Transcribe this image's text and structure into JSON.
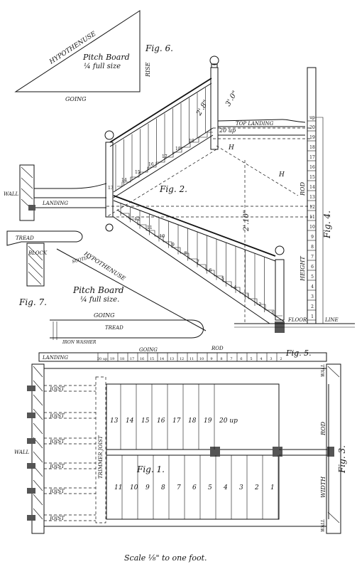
{
  "labels": {
    "fig6": "Fig. 6.",
    "hypothenuse": "HYPOTHENUSE",
    "pitch_board_top": "Pitch Board",
    "pitch_board_top_scale": "¼ full size",
    "rise": "RISE",
    "going": "GOING",
    "dim_3_0": "3'.0\"",
    "dim_2_8": "2'.8\"",
    "dim_2_10": "2'.10\"",
    "top_landing": "TOP LANDING",
    "h": "H",
    "wall": "WALL",
    "landing": "LANDING",
    "fig2": "Fig. 2.",
    "rod": "ROD",
    "height": "HEIGHT",
    "fig4": "Fig. 4.",
    "tread": "TREAD",
    "block": "BLOCK",
    "scotia": "SCOTIA",
    "pitch_board_mid": "Pitch Board",
    "pitch_board_mid_scale": "¼ full size.",
    "fig7": "Fig. 7.",
    "iron_washer": "IRON WASHER",
    "floor": "FLOOR",
    "line": "LINE",
    "fig5": "Fig. 5.",
    "joist": "JOIST",
    "trimmer_joist": "TRIMMER JOIST",
    "fig1": "Fig. 1.",
    "width": "WIDTH",
    "fig3": "Fig. 3.",
    "up20": "20 up",
    "scale_note": "Scale ⅛\" to one foot."
  },
  "fig2_steps": [
    "1",
    "2",
    "3",
    "4",
    "5",
    "6",
    "7",
    "8",
    "9",
    "10",
    "11",
    "12",
    "13",
    "14",
    "15",
    "16",
    "17",
    "18",
    "19",
    "20 up"
  ],
  "fig4_rod_numbers": [
    "1",
    "2",
    "3",
    "4",
    "5",
    "6",
    "7",
    "8",
    "9",
    "10",
    "11",
    "12",
    "13",
    "14",
    "15",
    "16",
    "17",
    "18",
    "19",
    "20",
    "up"
  ],
  "fig5_numbers": [
    "2",
    "3",
    "4",
    "5",
    "6",
    "7",
    "8",
    "9",
    "10",
    "11",
    "12",
    "13",
    "14",
    "15",
    "16",
    "17",
    "18",
    "19",
    "20 up"
  ],
  "fig1_upper_steps": [
    "13",
    "14",
    "15",
    "16",
    "17",
    "18",
    "19",
    "20 up"
  ],
  "fig1_lower_steps": [
    "11",
    "10",
    "9",
    "8",
    "7",
    "6",
    "5",
    "4",
    "3",
    "2",
    "1"
  ]
}
